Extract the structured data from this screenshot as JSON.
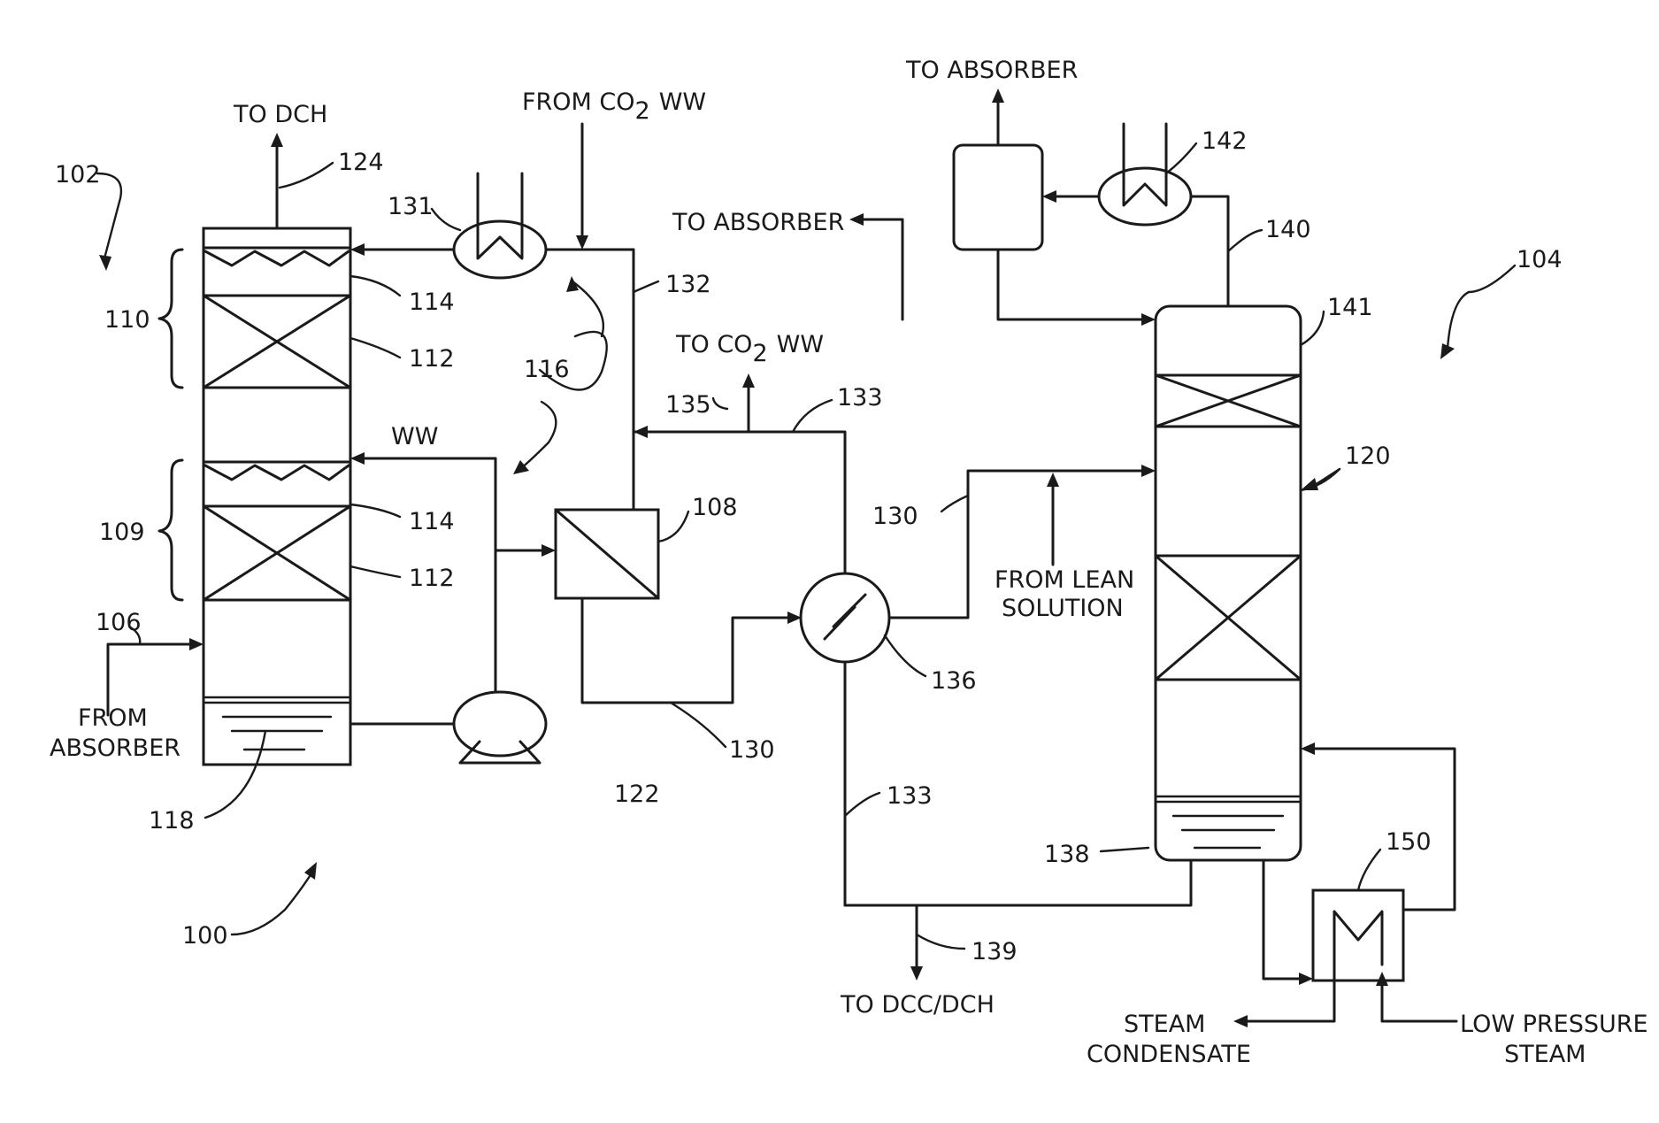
{
  "labels": {
    "to_dch": "TO DCH",
    "from_co2_ww_a": "FROM CO",
    "from_co2_ww_sub": "2",
    "from_co2_ww_b": "WW",
    "to_absorber_top": "TO ABSORBER",
    "to_absorber_left": "TO ABSORBER",
    "to_co2_ww_a": "TO CO",
    "to_co2_ww_sub": "2",
    "to_co2_ww_b": "WW",
    "ww": "WW",
    "from_lean_1": "FROM LEAN",
    "from_lean_2": "SOLUTION",
    "from_absorber_1": "FROM",
    "from_absorber_2": "ABSORBER",
    "to_dcc_dch": "TO DCC/DCH",
    "steam_condensate_1": "STEAM",
    "steam_condensate_2": "CONDENSATE",
    "low_pressure_1": "LOW PRESSURE",
    "low_pressure_2": "STEAM"
  },
  "refs": {
    "r100": "100",
    "r102": "102",
    "r104": "104",
    "r106": "106",
    "r108": "108",
    "r109": "109",
    "r110": "110",
    "r112a": "112",
    "r112b": "112",
    "r114a": "114",
    "r114b": "114",
    "r116": "116",
    "r118": "118",
    "r120": "120",
    "r122": "122",
    "r124": "124",
    "r130a": "130",
    "r130b": "130",
    "r131": "131",
    "r132": "132",
    "r133a": "133",
    "r133b": "133",
    "r135": "135",
    "r136": "136",
    "r138": "138",
    "r139": "139",
    "r140": "140",
    "r141": "141",
    "r142": "142",
    "r150": "150"
  }
}
